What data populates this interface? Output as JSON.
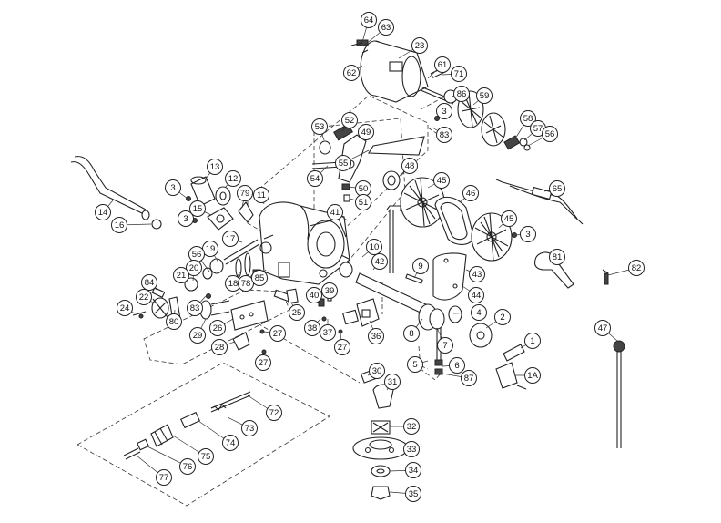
{
  "callouts": [
    {
      "label": "64"
    },
    {
      "label": "63"
    },
    {
      "label": "62"
    },
    {
      "label": "23"
    },
    {
      "label": "61"
    },
    {
      "label": "71"
    },
    {
      "label": "86"
    },
    {
      "label": "59"
    },
    {
      "label": "3"
    },
    {
      "label": "83"
    },
    {
      "label": "58"
    },
    {
      "label": "57"
    },
    {
      "label": "56"
    },
    {
      "label": "53"
    },
    {
      "label": "52"
    },
    {
      "label": "49"
    },
    {
      "label": "55"
    },
    {
      "label": "48"
    },
    {
      "label": "54"
    },
    {
      "label": "50"
    },
    {
      "label": "51"
    },
    {
      "label": "45"
    },
    {
      "label": "46"
    },
    {
      "label": "65"
    },
    {
      "label": "13"
    },
    {
      "label": "12"
    },
    {
      "label": "3"
    },
    {
      "label": "79"
    },
    {
      "label": "11"
    },
    {
      "label": "14"
    },
    {
      "label": "16"
    },
    {
      "label": "3"
    },
    {
      "label": "15"
    },
    {
      "label": "41"
    },
    {
      "label": "45"
    },
    {
      "label": "3"
    },
    {
      "label": "17"
    },
    {
      "label": "19"
    },
    {
      "label": "56"
    },
    {
      "label": "20"
    },
    {
      "label": "10"
    },
    {
      "label": "81"
    },
    {
      "label": "21"
    },
    {
      "label": "42"
    },
    {
      "label": "9"
    },
    {
      "label": "43"
    },
    {
      "label": "82"
    },
    {
      "label": "18"
    },
    {
      "label": "78"
    },
    {
      "label": "85"
    },
    {
      "label": "84"
    },
    {
      "label": "22"
    },
    {
      "label": "83"
    },
    {
      "label": "40"
    },
    {
      "label": "39"
    },
    {
      "label": "44"
    },
    {
      "label": "24"
    },
    {
      "label": "80"
    },
    {
      "label": "25"
    },
    {
      "label": "38"
    },
    {
      "label": "37"
    },
    {
      "label": "4"
    },
    {
      "label": "2"
    },
    {
      "label": "47"
    },
    {
      "label": "26"
    },
    {
      "label": "36"
    },
    {
      "label": "8"
    },
    {
      "label": "7"
    },
    {
      "label": "29"
    },
    {
      "label": "27"
    },
    {
      "label": "27"
    },
    {
      "label": "28"
    },
    {
      "label": "1"
    },
    {
      "label": "5"
    },
    {
      "label": "6"
    },
    {
      "label": "27"
    },
    {
      "label": "87"
    },
    {
      "label": "1A"
    },
    {
      "label": "30"
    },
    {
      "label": "31"
    },
    {
      "label": "72"
    },
    {
      "label": "73"
    },
    {
      "label": "74"
    },
    {
      "label": "75"
    },
    {
      "label": "76"
    },
    {
      "label": "77"
    },
    {
      "label": "32"
    },
    {
      "label": "33"
    },
    {
      "label": "34"
    },
    {
      "label": "35"
    }
  ]
}
